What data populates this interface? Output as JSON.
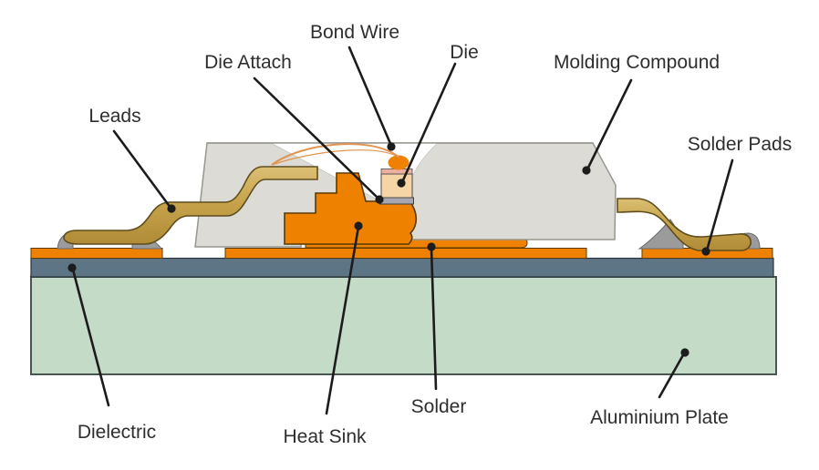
{
  "diagram": {
    "labels": {
      "bond_wire": "Bond Wire",
      "die_attach": "Die Attach",
      "die": "Die",
      "molding_compound": "Molding Compound",
      "leads": "Leads",
      "solder_pads": "Solder Pads",
      "dielectric": "Dielectric",
      "heat_sink": "Heat Sink",
      "solder": "Solder",
      "aluminium_plate": "Aluminium Plate"
    },
    "colors": {
      "orange": "#EE8200",
      "molding_gray": "#DCDBD6",
      "cavity_white": "#FFFFFF",
      "lead_gold_light": "#DBBF74",
      "lead_gold_mid": "#C7A44B",
      "lead_gold_dark": "#B08B38",
      "die_peach": "#F5D5A6",
      "die_top_metal_pink": "#EEAFA0",
      "die_attach_gray": "#A5A6B0",
      "dielectric_slate": "#5E7585",
      "aluminium_green": "#C4DBC8",
      "solder_fillet_gray": "#9B9B9B",
      "bond_wire_orange": "#E09452",
      "leader_line": "#1C1C1C",
      "label_text": "#2E2E2E",
      "background": "#FFFFFF"
    }
  }
}
